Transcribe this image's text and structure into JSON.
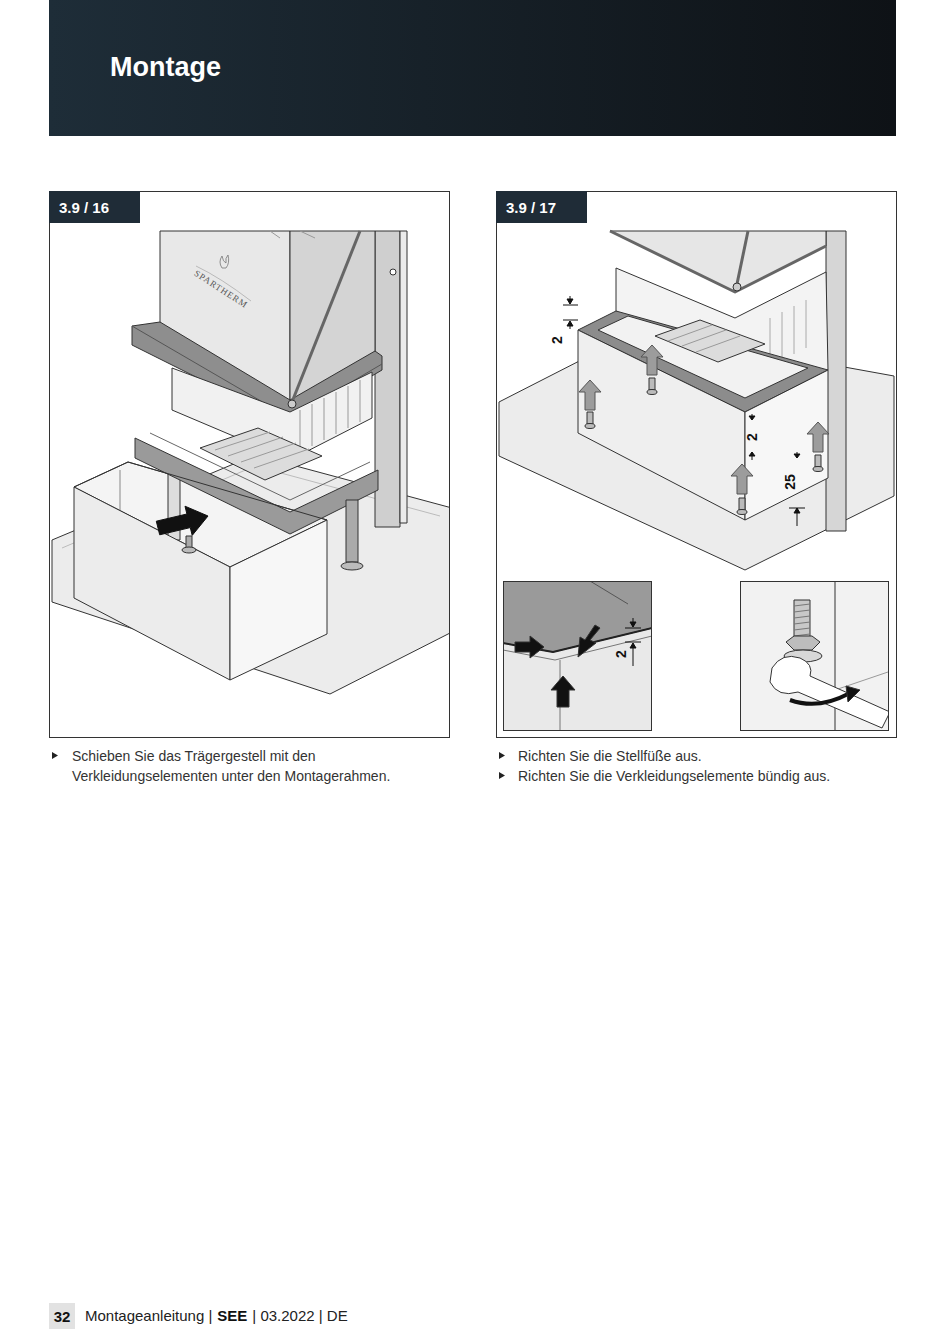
{
  "diagram": {
    "title": "Montage",
    "nodes": [
      {
        "text": [
          "3.9 / 16"
        ]
      },
      {
        "text": [
          "3.9 / 17"
        ]
      },
      {
        "text": [
          "32"
        ]
      }
    ],
    "labels": [
      "SPARTHERM",
      "2",
      "2",
      "25",
      "2",
      "Schieben Sie das Trägergestell mit den Verkleidungselementen unter den Montagerahmen.",
      "Richten Sie die Stellfüße aus.",
      "Richten Sie die Verkleidungselemente bündig aus.",
      "Montageanleitung |",
      "SEE",
      "| 03.2022 | DE"
    ]
  }
}
